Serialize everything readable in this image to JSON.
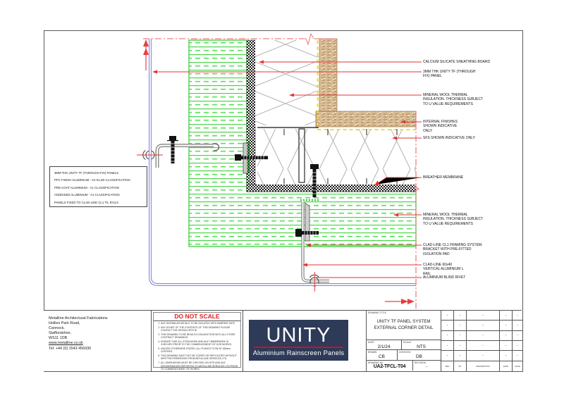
{
  "drawing": {
    "callouts": [
      {
        "id": "calcium-silicate",
        "text": "CALCIUM SILICATE SHEATHING BOARD"
      },
      {
        "id": "tf-panel",
        "text": "3MM THK UNITY TF (THROUGH FIX) PANEL"
      },
      {
        "id": "mineral-wool-1",
        "text": "MINERAL WOOL THERMAL INSULATION. THICKNESS SUBJECT TO U VALUE REQUIREMENTS"
      },
      {
        "id": "internal-finishes",
        "text": "INTERNAL FINISHES SHOWN INDICATIVE ONLY"
      },
      {
        "id": "sfs",
        "text": "SFS SHOWN INDICATIVE ONLY"
      },
      {
        "id": "breather-membrane",
        "text": "BREATHER MEMBRANE"
      },
      {
        "id": "mineral-wool-2",
        "text": "MINERAL WOOL THERMAL INSULATION. THICKNESS SUBJECT TO U VALUE REQUIREMENTS"
      },
      {
        "id": "clad-line-bracket",
        "text": "CLAD-LINE CL1 FRAMING SYSTEM. BRACKET WITH PRE-FITTED ISOLATION PAD"
      },
      {
        "id": "l-rail",
        "text": "CLAD-LINE 60x40 VERTICAL ALUMINIUM L RAIL"
      },
      {
        "id": "blind-rivet",
        "text": "ALUMINIUM BLIND RIVET"
      }
    ],
    "spec_box_lines": [
      "3MM THK UNITY TF (THROUGH FIX) PANELS",
      "PPC FINISH ALUMINIUM - A2-S1,D0 CLASSIFICATION",
      "PRE-COAT ALUMINIUM - A1 CLASSIFICATION",
      "ANODISED ALUMINIUM - A1 CLASSIFICATION",
      "PANELS FIXED TO CLAD-LINE CL1 T/L RAILS"
    ]
  },
  "footer": {
    "company": {
      "lines": [
        "Metalline Architectural Fabrications",
        "Hollies Park Road,",
        "Cannock,",
        "Staffordshire,",
        "WS11 1DB"
      ],
      "website": "www.metalline.co.uk",
      "tel": "Tel: +44 (0) 1543 456930"
    },
    "notes": {
      "title": "DO NOT SCALE",
      "items": [
        "ANY DISSIMILAR METALS TO BE ISOLATED WITH BARRIER TAPE.",
        "ANY DOUBT OF THE CONTENTS OF THIS DRAWING PLEASE CONTACT THE DESIGN OFFICE.",
        "THIS DRAWING TO BE READ IN CONJUNCTION WITH ALL OTHER CONTRACT DRAWINGS.",
        "ENSURE THAT ALL STEELWORK AND ANY TIMBERWORK IS CHECKED PRIOR TO THE COMMENCEMENT OF OUR WORKS.",
        "UNLESS OTHERWISE STATED, ALL FIXINGS TO BE AT 450mm CENTRES.",
        "THIS DRAWING MUST NOT BE COPIED OR REPLICATED WITHOUT WRITTEN PERMISSION FROM METALLINE SERVICES LTD.",
        "ALL DIMENSIONS MUST BE CHECKED ON SITE AND ANY DISCREPANCIES REPORTED TO METALLINE SERVICES LTD PRIOR TO COMMENCEMENT OF WORKS."
      ]
    },
    "logo": {
      "name": "UNITY",
      "tagline": "Aluminium Rainscreen Panels"
    },
    "titleblock": {
      "labels": {
        "drawing_title": "DRAWING TITLE",
        "date": "DATE",
        "scale": "SCALE",
        "drawn": "DRAWN",
        "checked": "CHECKED",
        "drawing_no": "DRAWING No",
        "revision": "REVISION"
      },
      "title_line1": "UNITY TF PANEL SYSTEM",
      "title_line2": "EXTERNAL CORNER DETAIL",
      "date": "2/1/24",
      "scale": "NTS",
      "drawn": "CB",
      "checked": "DB",
      "drawing_no": "UA2-TFCL-T04",
      "revision": "-",
      "rev_headers": [
        "REV",
        "BY",
        "DESCRIPTION",
        "DATE",
        "CHKD"
      ],
      "dash": "-"
    }
  },
  "colors": {
    "accent_red": "#e63333",
    "construction_red": "#f08080",
    "panel_blue": "#8585e8",
    "insulation_green": "#2ecc2e",
    "vapour_yellow": "#f2e020",
    "board_tan": "#d9be96",
    "logo_navy": "#2d3a58",
    "logo_red": "#c41230",
    "do_not_scale_red": "#e02020"
  }
}
